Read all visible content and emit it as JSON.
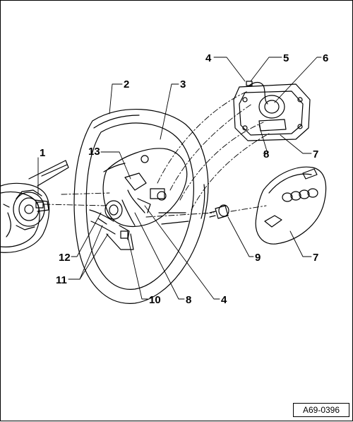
{
  "figure_id": "A69-0396",
  "callouts": {
    "c1": "1",
    "c2": "2",
    "c3": "3",
    "c4a": "4",
    "c5": "5",
    "c6": "6",
    "c7a": "7",
    "c8a": "8",
    "c7b": "7",
    "c9": "9",
    "c12": "12",
    "c11": "11",
    "c13": "13",
    "c10": "10",
    "c8b": "8",
    "c4b": "4"
  },
  "colors": {
    "line": "#000000",
    "background": "#ffffff"
  }
}
